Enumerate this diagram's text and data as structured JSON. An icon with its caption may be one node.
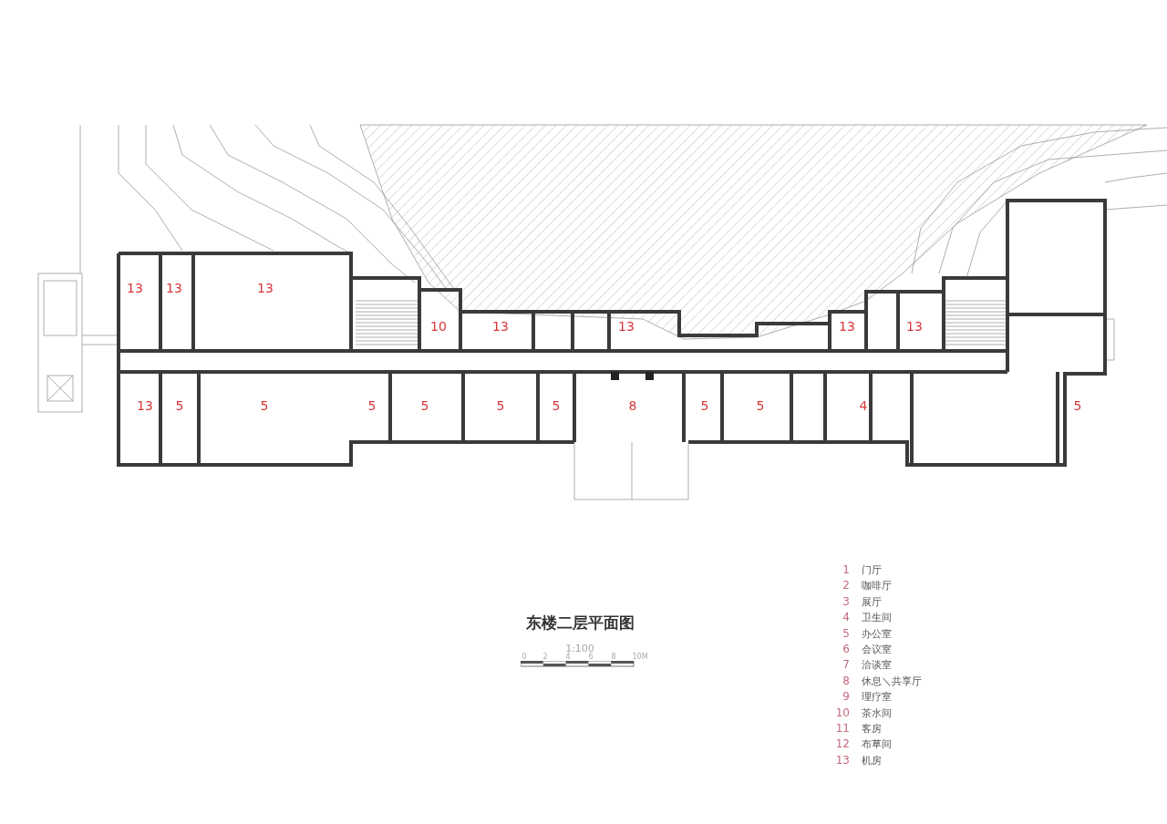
{
  "diagram": {
    "title": "东楼二层平面图",
    "labels": [
      "13",
      "13",
      "13",
      "10",
      "13",
      "13",
      "13",
      "13",
      "13",
      "5",
      "5",
      "5",
      "5",
      "5",
      "5",
      "8",
      "5",
      "5",
      "4",
      "5",
      "1:100",
      "0",
      "2",
      "4",
      "6",
      "8",
      "10M",
      "1",
      "门厅",
      "2",
      "咖啡厅",
      "3",
      "展厅",
      "4",
      "卫生间",
      "5",
      "办公室",
      "6",
      "会议室",
      "7",
      "洽谈室",
      "8",
      "休息＼共享厅",
      "9",
      "理疗室",
      "10",
      "茶水间",
      "11",
      "客房",
      "12",
      "布草间",
      "13",
      "机房"
    ]
  }
}
